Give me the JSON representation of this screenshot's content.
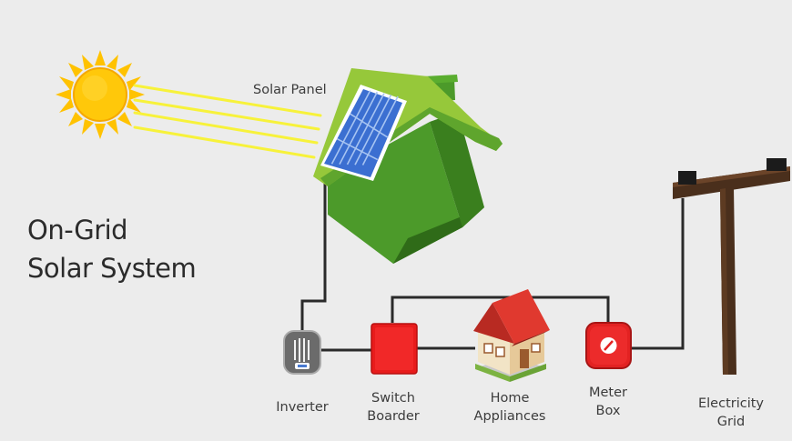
{
  "title": {
    "line1": "On-Grid",
    "line2": "Solar System"
  },
  "labels": {
    "solar_panel": "Solar Panel",
    "inverter": "Inverter",
    "switch_boarder": {
      "line1": "Switch",
      "line2": "Boarder"
    },
    "home_appliances": {
      "line1": "Home",
      "line2": "Appliances"
    },
    "meter_box": {
      "line1": "Meter",
      "line2": "Box"
    },
    "electricity_grid": {
      "line1": "Electricity",
      "line2": "Grid"
    }
  },
  "colors": {
    "background": "#ececec",
    "sun": "#ffc80a",
    "sun_rays": "#f7f23a",
    "house_green": "#4c9a2a",
    "roof_green": "#96c83a",
    "panel_blue": "#3b6fd1",
    "switch_red": "#e81c1c",
    "meter_red": "#e32222",
    "wire": "#2a2a2a",
    "pole_brown": "#4a2f1c"
  }
}
